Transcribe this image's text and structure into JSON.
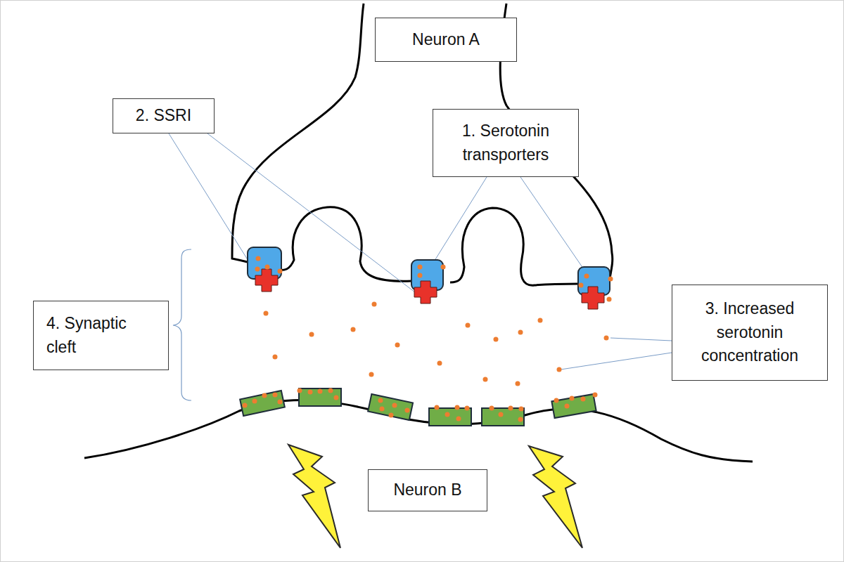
{
  "diagram": {
    "nodes": [
      {
        "text": [
          "Neuron A"
        ]
      },
      {
        "text": [
          "2. SSRI"
        ]
      },
      {
        "text": [
          "1. Serotonin transporters"
        ]
      },
      {
        "text": [
          "4. Synaptic cleft"
        ]
      },
      {
        "text": [
          "3. Increased serotonin concentration"
        ]
      },
      {
        "text": [
          "Neuron B"
        ]
      }
    ]
  }
}
